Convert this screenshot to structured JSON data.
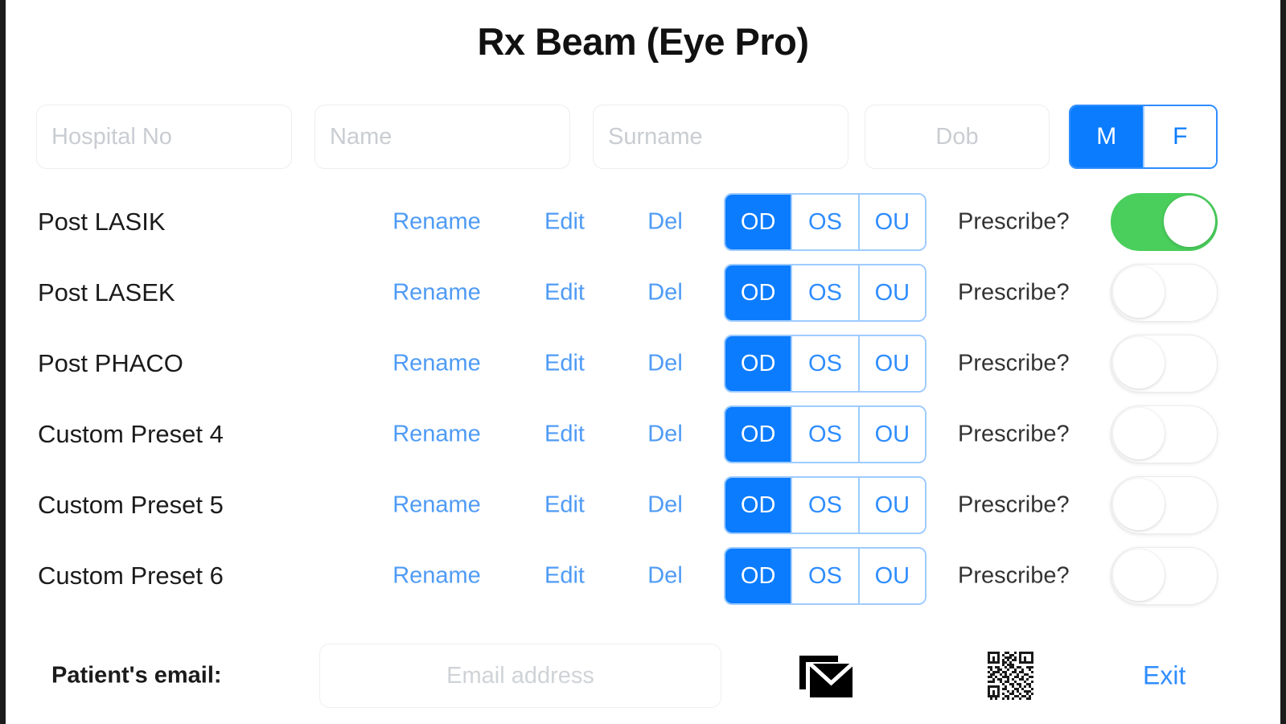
{
  "app": {
    "title": "Rx Beam (Eye Pro)",
    "accent_blue": "#0b7cfe",
    "link_blue": "#4f9bf5",
    "toggle_green": "#4ace5c"
  },
  "patient": {
    "hospital_no": {
      "placeholder": "Hospital No",
      "value": ""
    },
    "name": {
      "placeholder": "Name",
      "value": ""
    },
    "surname": {
      "placeholder": "Surname",
      "value": ""
    },
    "dob": {
      "placeholder": "Dob",
      "value": ""
    },
    "sex": {
      "options": [
        "M",
        "F"
      ],
      "selected": "M"
    }
  },
  "presets": {
    "actions": {
      "rename": "Rename",
      "edit": "Edit",
      "delete": "Del"
    },
    "eye_options": [
      "OD",
      "OS",
      "OU"
    ],
    "prescribe_label": "Prescribe?",
    "rows": [
      {
        "name": "Post LASIK",
        "eye_selected": "OD",
        "prescribe": true
      },
      {
        "name": "Post LASEK",
        "eye_selected": "OD",
        "prescribe": false
      },
      {
        "name": "Post PHACO",
        "eye_selected": "OD",
        "prescribe": false
      },
      {
        "name": "Custom Preset 4",
        "eye_selected": "OD",
        "prescribe": false
      },
      {
        "name": "Custom Preset 5",
        "eye_selected": "OD",
        "prescribe": false
      },
      {
        "name": "Custom Preset 6",
        "eye_selected": "OD",
        "prescribe": false
      }
    ]
  },
  "footer": {
    "email_label": "Patient's email:",
    "email_input": {
      "placeholder": "Email address",
      "value": ""
    },
    "mail_icon": "envelope-icon",
    "qr_icon": "qr-code-icon",
    "exit_label": "Exit"
  }
}
